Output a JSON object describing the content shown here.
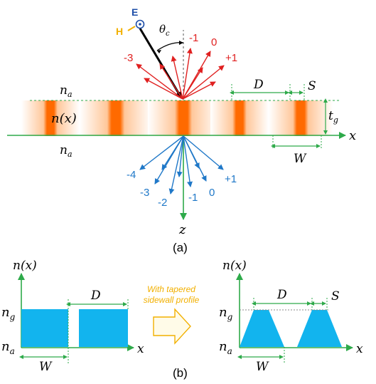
{
  "panel_a": {
    "caption": "(a)",
    "field_e": "E",
    "field_h": "H",
    "theta": "θ",
    "theta_sub": "c",
    "n_a_sym": "n",
    "n_a_sub": "a",
    "n_x": "n(x)",
    "dim_D": "D",
    "dim_S": "S",
    "dim_t": "t",
    "dim_t_sub": "g",
    "dim_W": "W",
    "axis_x": "x",
    "axis_z": "z",
    "reflected_orders": [
      "-3",
      "-1",
      "0",
      "+1"
    ],
    "transmitted_orders": [
      "-4",
      "-3",
      "-2",
      "-1",
      "0",
      "+1"
    ],
    "colors": {
      "core": "#ff6a00",
      "reflected": "#e02020",
      "transmitted": "#1f78c8",
      "axis": "#2eaa4a",
      "h_field": "#f2b000",
      "e_field": "#1f4fa8"
    }
  },
  "panel_b": {
    "caption": "(b)",
    "n_x": "n(x)",
    "n_g_sym": "n",
    "n_g_sub": "g",
    "n_a_sym": "n",
    "n_a_sub": "a",
    "dim_D": "D",
    "dim_S": "S",
    "dim_W": "W",
    "axis_x": "x",
    "arrow_text_line1": "With tapered",
    "arrow_text_line2": "sidewall profile",
    "colors": {
      "fill": "#12b4ee",
      "arrow_text": "#f2b000"
    }
  }
}
